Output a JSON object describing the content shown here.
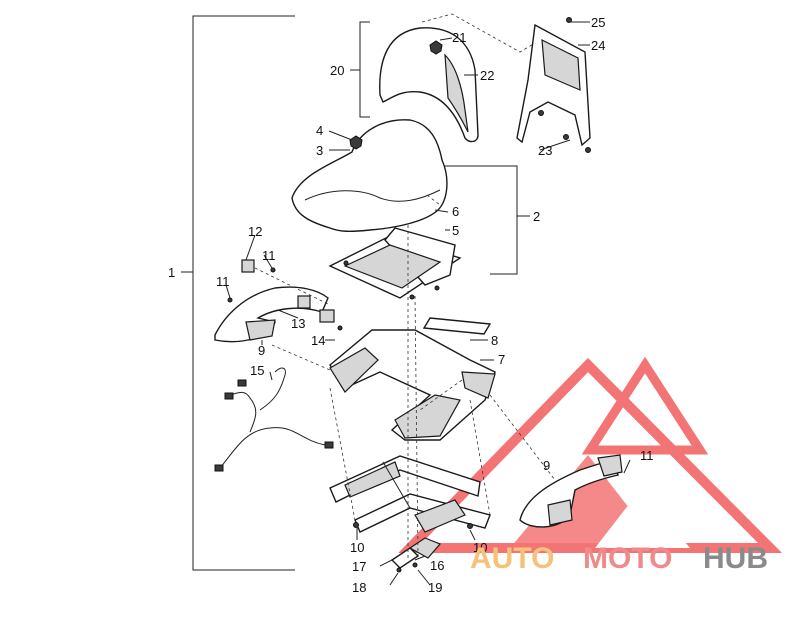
{
  "diagram": {
    "callouts": [
      {
        "id": "c1",
        "text": "1"
      },
      {
        "id": "c2",
        "text": "2"
      },
      {
        "id": "c3",
        "text": "3"
      },
      {
        "id": "c4",
        "text": "4"
      },
      {
        "id": "c5",
        "text": "5"
      },
      {
        "id": "c6",
        "text": "6"
      },
      {
        "id": "c7",
        "text": "7"
      },
      {
        "id": "c8",
        "text": "8"
      },
      {
        "id": "c9a",
        "text": "9"
      },
      {
        "id": "c9b",
        "text": "9"
      },
      {
        "id": "c10a",
        "text": "10"
      },
      {
        "id": "c10b",
        "text": "10"
      },
      {
        "id": "c11a",
        "text": "11"
      },
      {
        "id": "c11b",
        "text": "11"
      },
      {
        "id": "c11c",
        "text": "11"
      },
      {
        "id": "c12",
        "text": "12"
      },
      {
        "id": "c13",
        "text": "13"
      },
      {
        "id": "c14",
        "text": "14"
      },
      {
        "id": "c15",
        "text": "15"
      },
      {
        "id": "c16",
        "text": "16"
      },
      {
        "id": "c17",
        "text": "17"
      },
      {
        "id": "c18",
        "text": "18"
      },
      {
        "id": "c19",
        "text": "19"
      },
      {
        "id": "c20",
        "text": "20"
      },
      {
        "id": "c21",
        "text": "21"
      },
      {
        "id": "c22",
        "text": "22"
      },
      {
        "id": "c23",
        "text": "23"
      },
      {
        "id": "c24",
        "text": "24"
      },
      {
        "id": "c25",
        "text": "25"
      }
    ]
  },
  "watermark": {
    "part1": "AUTO",
    "part2": "MOTO",
    "part3": "HUB",
    "color1": "#f5c27a",
    "color2": "#f08a8a",
    "color3": "#8a8a8a",
    "triangle_color": "#f04646"
  }
}
